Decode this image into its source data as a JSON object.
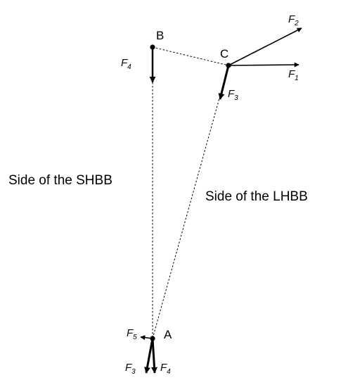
{
  "points": {
    "A": "A",
    "B": "B",
    "C": "C"
  },
  "side_labels": {
    "short": "Side of the SHBB",
    "long": "Side of the LHBB"
  },
  "forces": {
    "F1": {
      "base": "F",
      "sub": "1"
    },
    "F2": {
      "base": "F",
      "sub": "2"
    },
    "F3_at_C": {
      "base": "F",
      "sub": "3"
    },
    "F4_at_B": {
      "base": "F",
      "sub": "4"
    },
    "F5_at_A": {
      "base": "F",
      "sub": "5"
    },
    "F3_at_A": {
      "base": "F",
      "sub": "3"
    },
    "F4_at_A": {
      "base": "F",
      "sub": "4"
    }
  }
}
